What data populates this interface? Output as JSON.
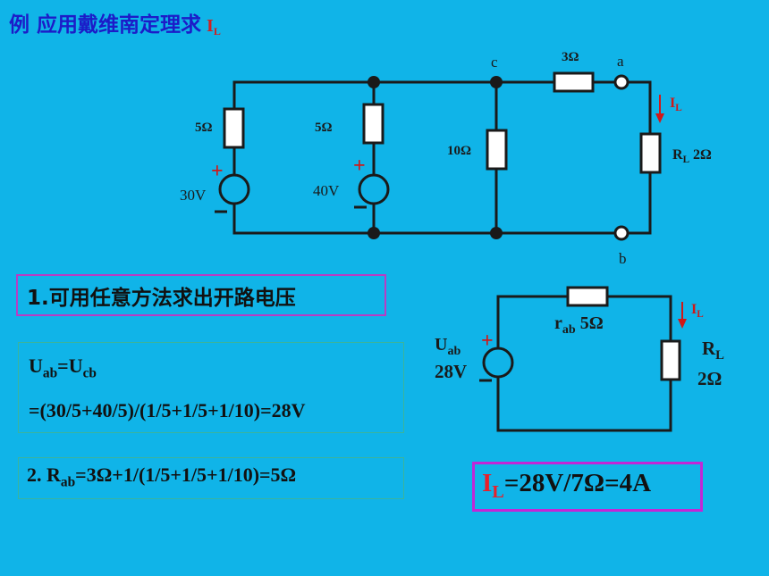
{
  "title": {
    "text": "例 应用戴维南定理求",
    "symbol": "I",
    "symbol_sub": "L"
  },
  "circuit1": {
    "r1": "5Ω",
    "r2": "5Ω",
    "r3": "10Ω",
    "r4": "3Ω",
    "v1": "30V",
    "v2": "40V",
    "node_c": "c",
    "node_a": "a",
    "node_b": "b",
    "current": "I",
    "current_sub": "L",
    "load": "R",
    "load_sub": "L",
    "load_value": "2Ω",
    "plus": "+"
  },
  "circuit2": {
    "source_label": "U",
    "source_sub": "ab",
    "source_value": "28V",
    "r_label": "r",
    "r_sub": "ab",
    "r_value": "5Ω",
    "load": "R",
    "load_sub": "L",
    "load_value": "2Ω",
    "current": "I",
    "current_sub": "L",
    "plus": "+"
  },
  "step1": "1.可用任意方法求出开路电压",
  "eq1": {
    "u1": "U",
    "u1_sub": "ab",
    "eq": "=U",
    "u2_sub": "cb"
  },
  "eq2": "=(30/5+40/5)/(1/5+1/5+1/10)=28V",
  "step2": {
    "prefix": "2. R",
    "sub": "ab",
    "rest": "=3Ω+1/(1/5+1/5+1/10)=5Ω"
  },
  "result": {
    "i": "I",
    "i_sub": "L",
    "rest": "=28V/7Ω=4A"
  },
  "colors": {
    "background": "#10b4e8",
    "title": "#1c1cc8",
    "accent_red": "#e8202a",
    "box_purple": "#c326d6",
    "box_teal": "#3bb49c"
  }
}
